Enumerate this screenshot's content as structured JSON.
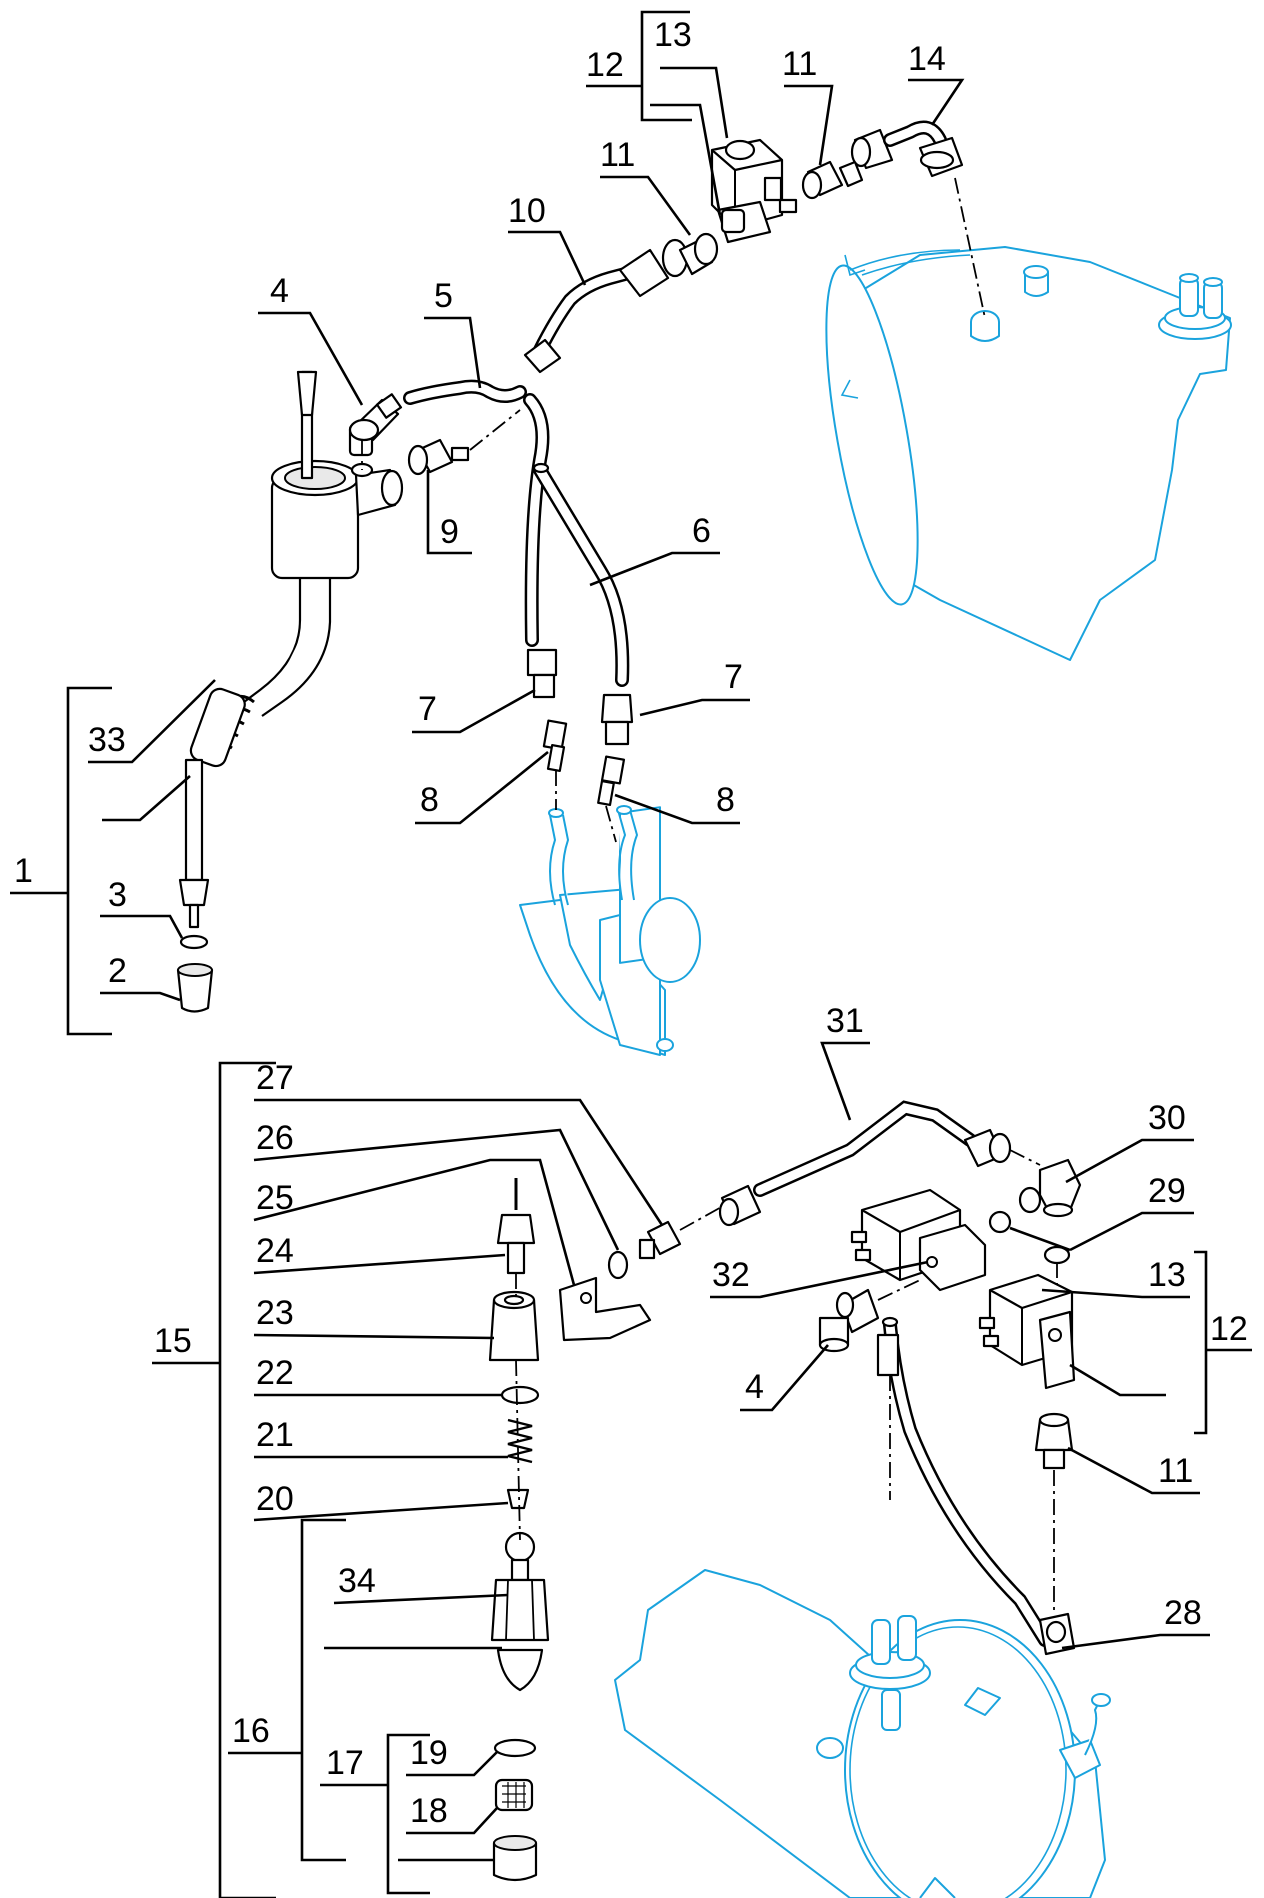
{
  "diagram": {
    "type": "exploded-parts-view",
    "colors": {
      "lines": "#000000",
      "boiler_and_pump": "#1aa3dd",
      "background": "#ffffff"
    },
    "labels": {
      "l1": "1",
      "l2": "2",
      "l3": "3",
      "l4a": "4",
      "l4b": "4",
      "l5": "5",
      "l6": "6",
      "l7a": "7",
      "l7b": "7",
      "l8a": "8",
      "l8b": "8",
      "l9": "9",
      "l10": "10",
      "l11a": "11",
      "l11b": "11",
      "l11c": "11",
      "l12a": "12",
      "l12b": "12",
      "l13a": "13",
      "l13b": "13",
      "l14": "14",
      "l15": "15",
      "l16": "16",
      "l17": "17",
      "l18": "18",
      "l19": "19",
      "l20": "20",
      "l21": "21",
      "l22": "22",
      "l23": "23",
      "l24": "24",
      "l25": "25",
      "l26": "26",
      "l27": "27",
      "l28": "28",
      "l29": "29",
      "l30": "30",
      "l31": "31",
      "l32": "32",
      "l33": "33",
      "l34": "34"
    }
  }
}
